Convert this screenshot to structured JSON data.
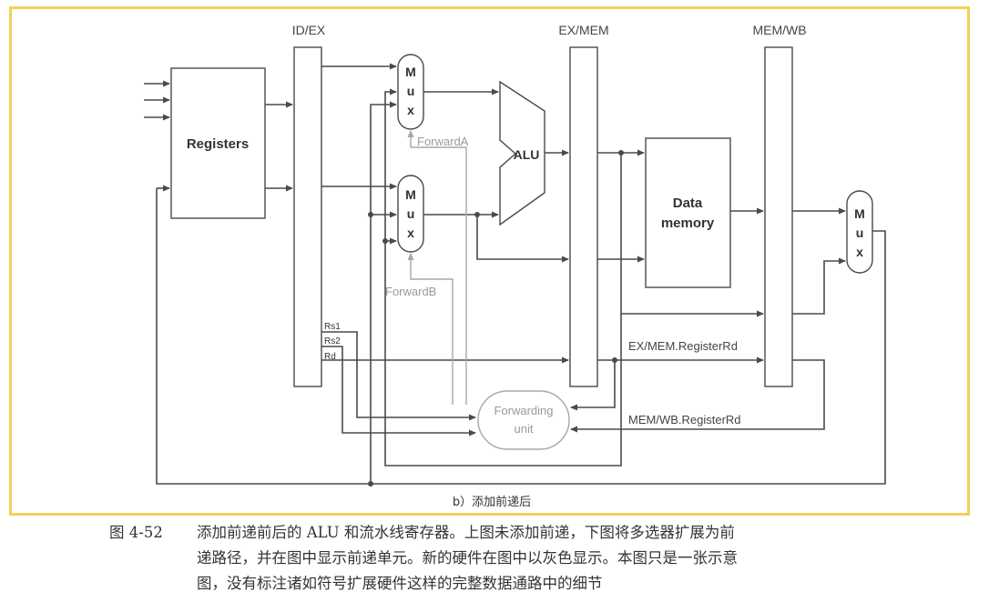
{
  "diagram": {
    "stages": {
      "id_ex": "ID/EX",
      "ex_mem": "EX/MEM",
      "mem_wb": "MEM/WB"
    },
    "registers": "Registers",
    "alu": "ALU",
    "data_memory": {
      "line1": "Data",
      "line2": "memory"
    },
    "mux_letters": [
      "M",
      "u",
      "x"
    ],
    "forward_a": "ForwardA",
    "forward_b": "ForwardB",
    "forwarding_unit": {
      "line1": "Forwarding",
      "line2": "unit"
    },
    "rs1": "Rs1",
    "rs2": "Rs2",
    "rd": "Rd",
    "ex_mem_registerrd": "EX/MEM.RegisterRd",
    "mem_wb_registerrd": "MEM/WB.RegisterRd",
    "subcaption": "b）添加前递后",
    "colors": {
      "frame": "#f1d05a",
      "wire": "#4a4a4a",
      "new_hardware": "#a8a8a8"
    }
  },
  "caption": {
    "number": "图 4-52",
    "line1": "添加前递前后的 ALU 和流水线寄存器。上图未添加前递，下图将多选器扩展为前",
    "line2": "递路径，并在图中显示前递单元。新的硬件在图中以灰色显示。本图只是一张示意",
    "line3": "图，没有标注诸如符号扩展硬件这样的完整数据通路中的细节"
  }
}
